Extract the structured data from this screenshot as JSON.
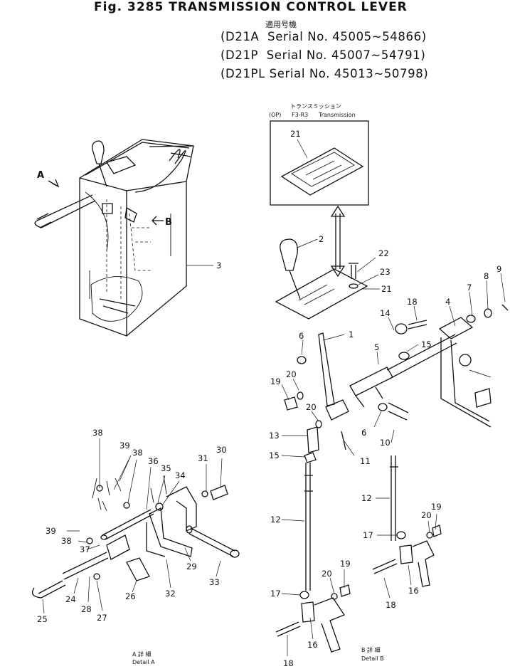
{
  "header": {
    "title": "Fig. 3285 TRANSMISSION CONTROL LEVER",
    "applies_to": "適用号機",
    "serials": [
      "(D21A  Serial No. 45005~54866)",
      "(D21P  Serial No. 45007~54791)",
      "(D21PL Serial No. 45013~50798)"
    ]
  },
  "diagram": {
    "view_arrow_a": "A",
    "view_arrow_b": "B",
    "option_box": {
      "op_label": "(OP)",
      "gear_label": "F3-R3",
      "jp_label": "トランスミッション",
      "en_label": "Transmission",
      "part": "21"
    },
    "detail_a": {
      "jp": "A 詳 細",
      "en": "Detail  A"
    },
    "detail_b": {
      "jp": "B 詳 細",
      "en": "Detail  B"
    },
    "callouts": [
      {
        "id": "c3",
        "num": "3"
      },
      {
        "id": "c2",
        "num": "2"
      },
      {
        "id": "c22",
        "num": "22"
      },
      {
        "id": "c23",
        "num": "23"
      },
      {
        "id": "c21b",
        "num": "21"
      },
      {
        "id": "c18a",
        "num": "18"
      },
      {
        "id": "c14",
        "num": "14"
      },
      {
        "id": "c4",
        "num": "4"
      },
      {
        "id": "c7",
        "num": "7"
      },
      {
        "id": "c8",
        "num": "8"
      },
      {
        "id": "c9",
        "num": "9"
      },
      {
        "id": "c1",
        "num": "1"
      },
      {
        "id": "c6a",
        "num": "6"
      },
      {
        "id": "c15a",
        "num": "15"
      },
      {
        "id": "c5",
        "num": "5"
      },
      {
        "id": "c20a",
        "num": "20"
      },
      {
        "id": "c19a",
        "num": "19"
      },
      {
        "id": "c20b",
        "num": "20"
      },
      {
        "id": "c6b",
        "num": "6"
      },
      {
        "id": "c13",
        "num": "13"
      },
      {
        "id": "c11",
        "num": "11"
      },
      {
        "id": "c10",
        "num": "10"
      },
      {
        "id": "c15b",
        "num": "15"
      },
      {
        "id": "c12a",
        "num": "12"
      },
      {
        "id": "c12b",
        "num": "12"
      },
      {
        "id": "c17a",
        "num": "17"
      },
      {
        "id": "c20c",
        "num": "20"
      },
      {
        "id": "c19b",
        "num": "19"
      },
      {
        "id": "c16a",
        "num": "16"
      },
      {
        "id": "c18b",
        "num": "18"
      },
      {
        "id": "c19c",
        "num": "19"
      },
      {
        "id": "c20d",
        "num": "20"
      },
      {
        "id": "c17b",
        "num": "17"
      },
      {
        "id": "c16b",
        "num": "16"
      },
      {
        "id": "c18c",
        "num": "18"
      },
      {
        "id": "c38a",
        "num": "38"
      },
      {
        "id": "c39a",
        "num": "39"
      },
      {
        "id": "c38b",
        "num": "38"
      },
      {
        "id": "c36",
        "num": "36"
      },
      {
        "id": "c35",
        "num": "35"
      },
      {
        "id": "c34",
        "num": "34"
      },
      {
        "id": "c31",
        "num": "31"
      },
      {
        "id": "c30",
        "num": "30"
      },
      {
        "id": "c39b",
        "num": "39"
      },
      {
        "id": "c38c",
        "num": "38"
      },
      {
        "id": "c37",
        "num": "37"
      },
      {
        "id": "c29",
        "num": "29"
      },
      {
        "id": "c33",
        "num": "33"
      },
      {
        "id": "c24",
        "num": "24"
      },
      {
        "id": "c28",
        "num": "28"
      },
      {
        "id": "c27",
        "num": "27"
      },
      {
        "id": "c26",
        "num": "26"
      },
      {
        "id": "c32",
        "num": "32"
      },
      {
        "id": "c25",
        "num": "25"
      }
    ]
  }
}
